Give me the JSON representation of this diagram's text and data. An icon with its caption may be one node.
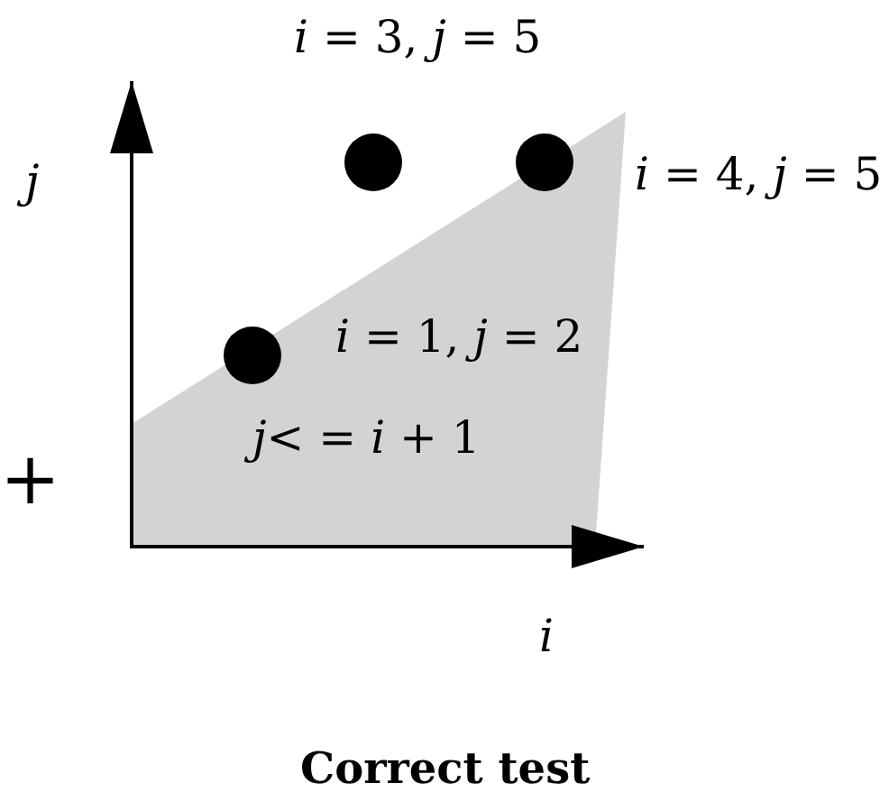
{
  "diagram": {
    "caption": "Correct test",
    "labels": [
      "*i* = 3, *j* = 5",
      "*j*",
      "*i* = 4, *j* = 5",
      "*i* = 1, *j* = 2",
      "+",
      "*j*< = *i* + 1",
      "*i*"
    ]
  }
}
